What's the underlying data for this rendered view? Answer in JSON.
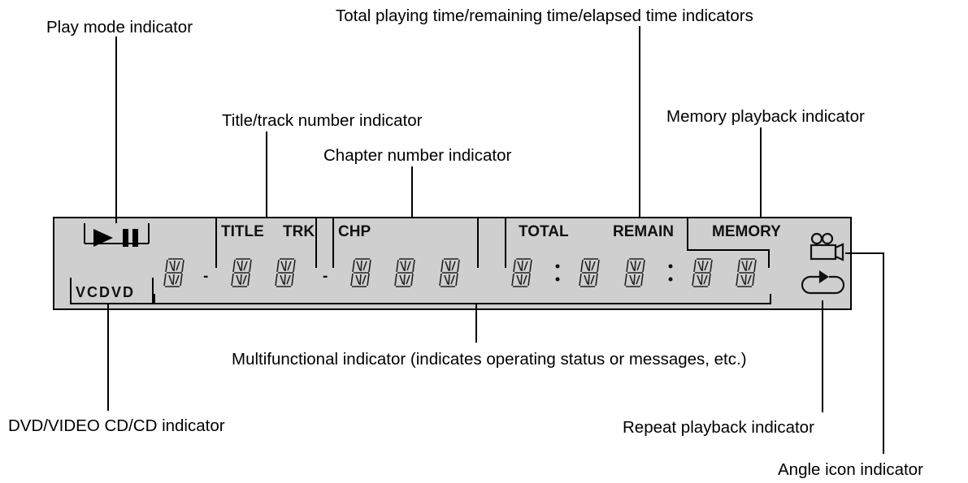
{
  "labels": {
    "play_mode": "Play mode indicator",
    "total_time": "Total playing time/remaining time/elapsed time indicators",
    "title_track": "Title/track number indicator",
    "memory_playback": "Memory playback indicator",
    "chapter_number": "Chapter number indicator",
    "multifunctional": "Multifunctional indicator (indicates operating status or messages, etc.)",
    "disc_type": "DVD/VIDEO CD/CD indicator",
    "repeat_playback": "Repeat playback indicator",
    "angle_icon": "Angle icon indicator"
  },
  "display": {
    "title": "TITLE",
    "trk": "TRK",
    "chp": "CHP",
    "total": "TOTAL",
    "remain": "REMAIN",
    "memory": "MEMORY",
    "disc": "VCDVD",
    "digit_separator": "-",
    "time_separator": "·"
  },
  "colors": {
    "panel": "#cfcfcf",
    "line": "#000000"
  },
  "icons": {
    "play_pause": "play-pause-icon",
    "angle": "camera-icon",
    "repeat": "repeat-icon"
  }
}
